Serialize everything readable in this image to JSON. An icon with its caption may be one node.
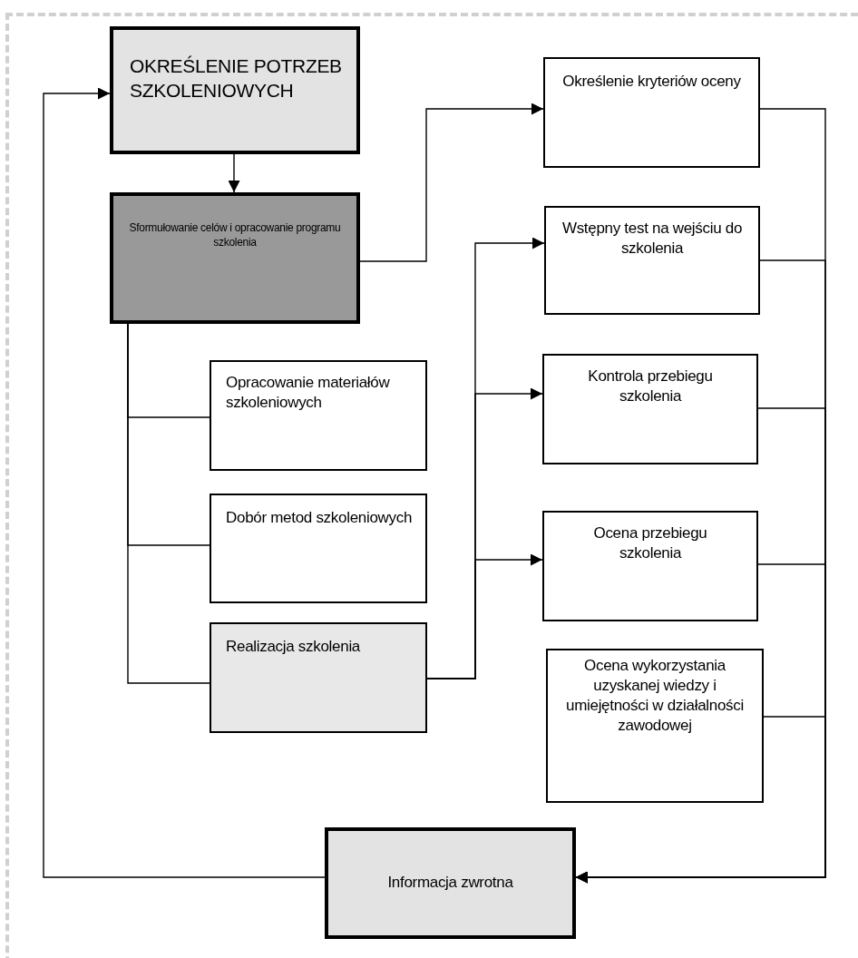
{
  "diagram": {
    "nodes": [
      {
        "text": [
          "OKREŚLENIE POTRZEB SZKOLENIOWYCH"
        ]
      },
      {
        "text": [
          "Sformułowanie celów i opracowanie programu szkolenia"
        ]
      },
      {
        "text": [
          "Opracowanie materiałów szkoleniowych"
        ]
      },
      {
        "text": [
          "Dobór metod szkoleniowych"
        ]
      },
      {
        "text": [
          "Realizacja szkolenia"
        ]
      },
      {
        "text": [
          "Określenie kryteriów oceny"
        ]
      },
      {
        "text": [
          "Wstępny test na wejściu do szkolenia"
        ]
      },
      {
        "text": [
          "Kontrola przebiegu szkolenia"
        ]
      },
      {
        "text": [
          "Ocena przebiegu szkolenia"
        ]
      },
      {
        "text": [
          "Ocena wykorzystania uzyskanej wiedzy i umiejętności w działalności zawodowej"
        ]
      },
      {
        "text": [
          "Informacja zwrotna"
        ]
      }
    ],
    "edges": [
      {
        "from": 0,
        "to": 1,
        "arrow": "to"
      },
      {
        "from": 1,
        "to": 5,
        "arrow": "to"
      },
      {
        "from": 1,
        "to": 2,
        "arrow": "none"
      },
      {
        "from": 1,
        "to": 3,
        "arrow": "none"
      },
      {
        "from": 1,
        "to": 4,
        "arrow": "none"
      },
      {
        "from": 4,
        "to": 6,
        "arrow": "to"
      },
      {
        "from": 4,
        "to": 7,
        "arrow": "to"
      },
      {
        "from": 4,
        "to": 8,
        "arrow": "to"
      },
      {
        "from": 5,
        "to": 10,
        "arrow": "to"
      },
      {
        "from": 6,
        "to": 10,
        "arrow": "to"
      },
      {
        "from": 7,
        "to": 10,
        "arrow": "to"
      },
      {
        "from": 8,
        "to": 10,
        "arrow": "to"
      },
      {
        "from": 9,
        "to": 10,
        "arrow": "to"
      },
      {
        "from": 10,
        "to": 0,
        "arrow": "to"
      }
    ]
  }
}
